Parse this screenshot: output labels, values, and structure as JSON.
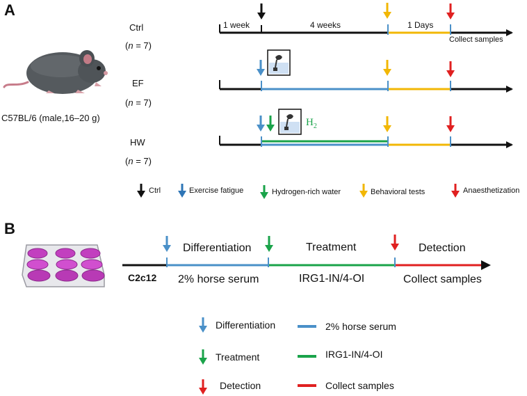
{
  "diagram": {
    "panel_a": {
      "label": "A",
      "mouse_caption": "C57BL/6 (male,16–20 g)",
      "groups": [
        {
          "name": "Ctrl",
          "n_open": "(",
          "n_var": "n",
          "n_rest": " = 7)"
        },
        {
          "name": "EF",
          "n_open": "(",
          "n_var": "n",
          "n_rest": " = 7)"
        },
        {
          "name": "HW",
          "n_open": "(",
          "n_var": "n",
          "n_rest": " = 7)"
        }
      ],
      "timeline_labels": {
        "week1": "1 week",
        "weeks4": "4 weeks",
        "days1": "1 Days",
        "collect": "Collect samples"
      },
      "h2_label": "H",
      "h2_sub": "2",
      "legend": [
        {
          "label": "Ctrl",
          "color": "#111111"
        },
        {
          "label": "Exercise fatigue",
          "color": "#2e75b6"
        },
        {
          "label": "Hydrogen-rich water",
          "color": "#1aa34a"
        },
        {
          "label": "Behavioral tests",
          "color": "#f2b705"
        },
        {
          "label": "Anaesthetization",
          "color": "#e02020"
        }
      ]
    },
    "panel_b": {
      "label": "B",
      "cell_line": "C2c12",
      "stages": [
        {
          "top": "Differentiation",
          "bottom": "2% horse serum"
        },
        {
          "top": "Treatment",
          "bottom": "IRG1-IN/4-OI"
        },
        {
          "top": "Detection",
          "bottom": "Collect samples"
        }
      ],
      "legend": [
        {
          "arrow_label": "Differentiation",
          "line_label": "2% horse serum",
          "color": "#4a90c8"
        },
        {
          "arrow_label": "Treatment",
          "line_label": "IRG1-IN/4-OI",
          "color": "#1aa34a"
        },
        {
          "arrow_label": "Detection",
          "line_label": "Collect samples",
          "color": "#e02020"
        }
      ]
    }
  }
}
